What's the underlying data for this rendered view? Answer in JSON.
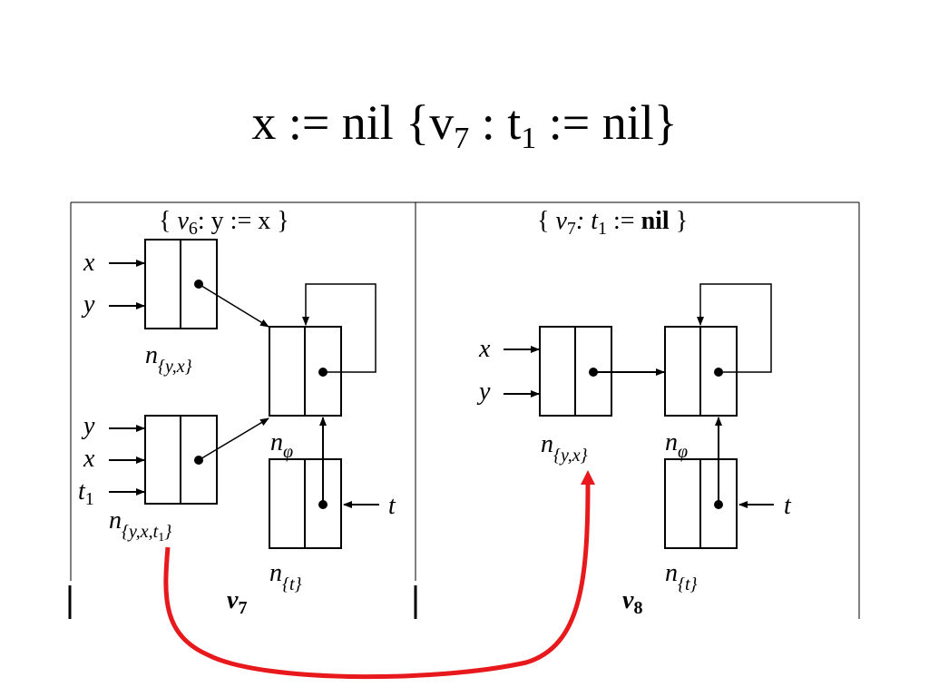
{
  "title": {
    "prefix": "x := nil {v",
    "sub1": "7",
    "middle": " : t",
    "sub2": "1",
    "suffix": " := nil}"
  },
  "left_panel": {
    "header": {
      "prefix": "{ ",
      "v": "v",
      "vsub": "6",
      "stmt": ": y := x }"
    },
    "pointer_labels_top": [
      "x",
      "y"
    ],
    "pointer_labels_bottom": [
      "y",
      "x",
      "t"
    ],
    "pointer_labels_bottom_t_sub": "1",
    "node_top": {
      "n": "n",
      "sub": "{y,x}"
    },
    "node_bottom": {
      "n": "n",
      "sub": "{y,x,t",
      "sub_t": "1",
      "sub_close": "}"
    },
    "node_phi": {
      "n": "n",
      "sub": "φ"
    },
    "node_t": {
      "n": "n",
      "sub": "{t}"
    },
    "t_pointer": "t",
    "footer": {
      "v": "v",
      "sub": "7"
    }
  },
  "right_panel": {
    "header": {
      "prefix": "{ ",
      "v": "v",
      "vsub": "7",
      "stmt_pre": ": t",
      "stmt_sub": "1",
      "stmt_mid": " := ",
      "stmt_bold": "nil",
      "stmt_close": " }"
    },
    "pointer_labels": [
      "x",
      "y"
    ],
    "node_yx": {
      "n": "n",
      "sub": "{y,x}"
    },
    "node_phi": {
      "n": "n",
      "sub": "φ"
    },
    "node_t": {
      "n": "n",
      "sub": "{t}"
    },
    "t_pointer": "t",
    "footer": {
      "v": "v",
      "sub": "8"
    }
  },
  "colors": {
    "ink": "#000000",
    "transition_arrow": "#e8191d"
  }
}
